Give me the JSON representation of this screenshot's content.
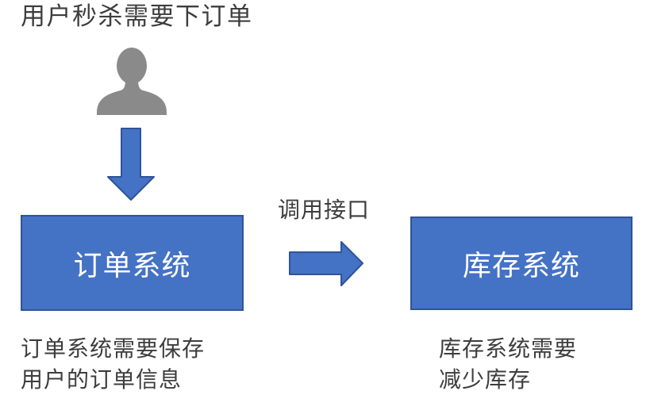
{
  "colors": {
    "accent_blue": "#4472C4",
    "border_blue": "#2F5496",
    "person_gray": "#8A8A8A",
    "text_color": "#3D3D3D",
    "box_text_color": "#FFFFFF"
  },
  "diagram": {
    "top_label": "用户秒杀需要下订单",
    "call_interface_label": "调用接口",
    "order_system": {
      "box_label": "订单系统",
      "note_line1": "订单系统需要保存",
      "note_line2": "用户的订单信息"
    },
    "inventory_system": {
      "box_label": "库存系统",
      "note_line1": "库存系统需要",
      "note_line2": "减少库存"
    },
    "icons": {
      "person": "person-silhouette-icon",
      "down_arrow": "down-arrow-icon",
      "right_arrow": "right-arrow-icon"
    }
  }
}
